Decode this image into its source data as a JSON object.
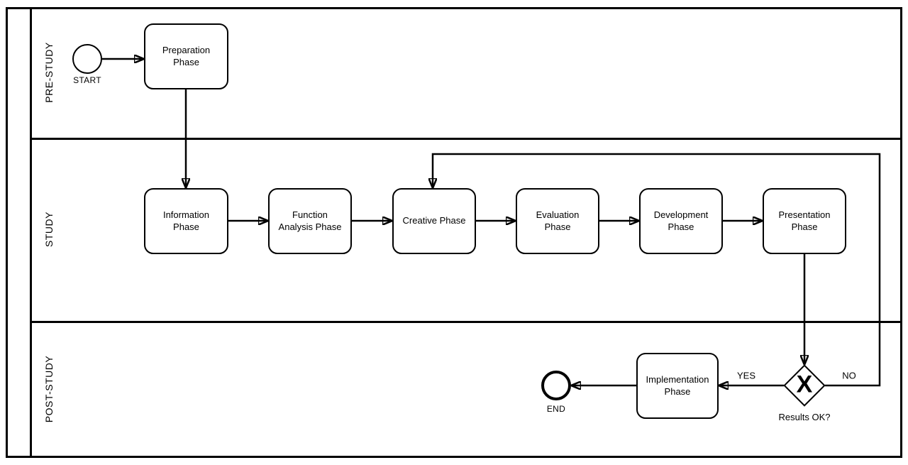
{
  "diagram": {
    "colors": {
      "stroke": "#000000",
      "background": "#ffffff"
    },
    "lanes": [
      {
        "label": "PRE-STUDY"
      },
      {
        "label": "STUDY"
      },
      {
        "label": "POST-STUDY"
      }
    ],
    "nodes": {
      "start_event": {
        "label": "START"
      },
      "preparation": {
        "label": "Preparation\nPhase"
      },
      "information": {
        "label": "Information\nPhase"
      },
      "function_analysis": {
        "label": "Function\nAnalysis Phase"
      },
      "creative": {
        "label": "Creative Phase"
      },
      "evaluation": {
        "label": "Evaluation\nPhase"
      },
      "development": {
        "label": "Development\nPhase"
      },
      "presentation": {
        "label": "Presentation\nPhase"
      },
      "implementation": {
        "label": "Implementation\nPhase"
      },
      "end_event": {
        "label": "END"
      },
      "gateway": {
        "symbol": "X",
        "label": "Results OK?"
      }
    },
    "edge_labels": {
      "yes": "YES",
      "no": "NO"
    }
  }
}
